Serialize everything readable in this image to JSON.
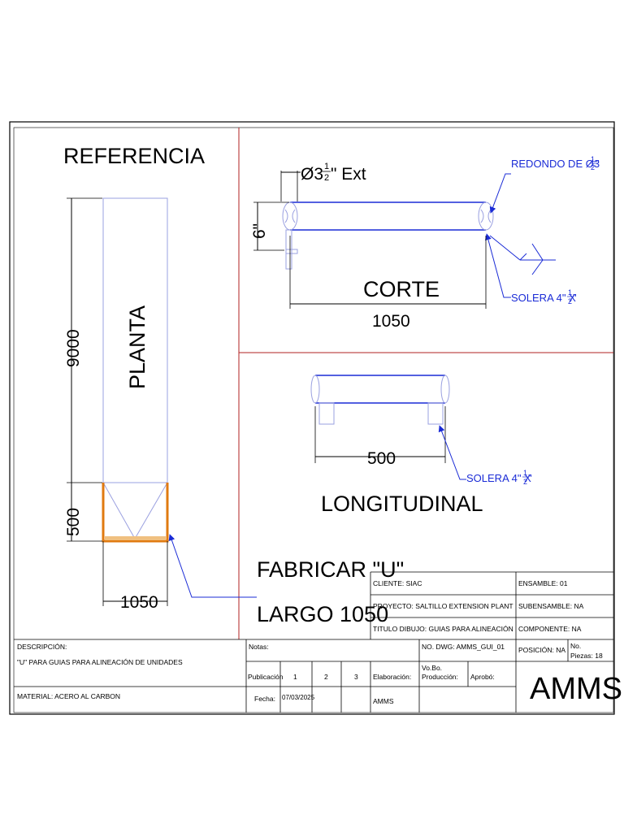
{
  "labels": {
    "referencia": "REFERENCIA",
    "planta": "PLANTA",
    "dim_9000": "9000",
    "dim_500_vertical": "500",
    "dim_1050_bottom": "1050",
    "ext_symbol": "Ø3",
    "ext_suffix": "\" Ext",
    "frac_num": "1",
    "frac_den": "2",
    "dim_6": "6\"",
    "redondo": "REDONDO DE Ø3",
    "solera_top": "SOLERA 4\" X",
    "corte": "CORTE",
    "dim_1050_corte": "1050",
    "dim_500_long": "500",
    "solera_long": "SOLERA 4\" X",
    "longitudinal": "LONGITUDINAL",
    "fabricar": "FABRICAR \"U\"",
    "largo": "LARGO 1050"
  },
  "title_block": {
    "cliente": "CLIENTE:  SIAC",
    "ensamble": "ENSAMBLE:  01",
    "proyecto": "PROYECTO:  SALTILLO EXTENSION PLANT",
    "subensamble": "SUBENSAMBLE:  NA",
    "titulo": "TITULO DIBUJO:  GUIAS PARA ALINEACIÓN",
    "componente": "COMPONENTE:  NA",
    "descripcion_label": "DESCRIPCIÓN:",
    "descripcion_value": "\"U\" PARA GUIAS PARA ALINEACIÓN DE UNIDADES",
    "notas": "Notas:",
    "no_dwg": "NO. DWG:  AMMS_GUI_01",
    "posicion": "POSICIÓN:  NA",
    "no_label": "No.",
    "piezas": "Piezas: 18",
    "publicacion": "Publicación",
    "pub_1": "1",
    "pub_2": "2",
    "pub_3": "3",
    "elaboracion": "Elaboración:",
    "vobo": "Vo.Bo.",
    "produccion": "Producción:",
    "aprobo": "Aprobó:",
    "amms_logo": "AMMS",
    "material": "MATERIAL:  ACERO AL CARBON",
    "fecha": "Fecha:",
    "fecha_value": "07/03/2025",
    "elaboro_value": "AMMS"
  },
  "colors": {
    "frame": "#000000",
    "divider": "#b22222",
    "part": "#1a2bd6",
    "weld": "#e07a10",
    "reference": "#9aa0e0"
  }
}
